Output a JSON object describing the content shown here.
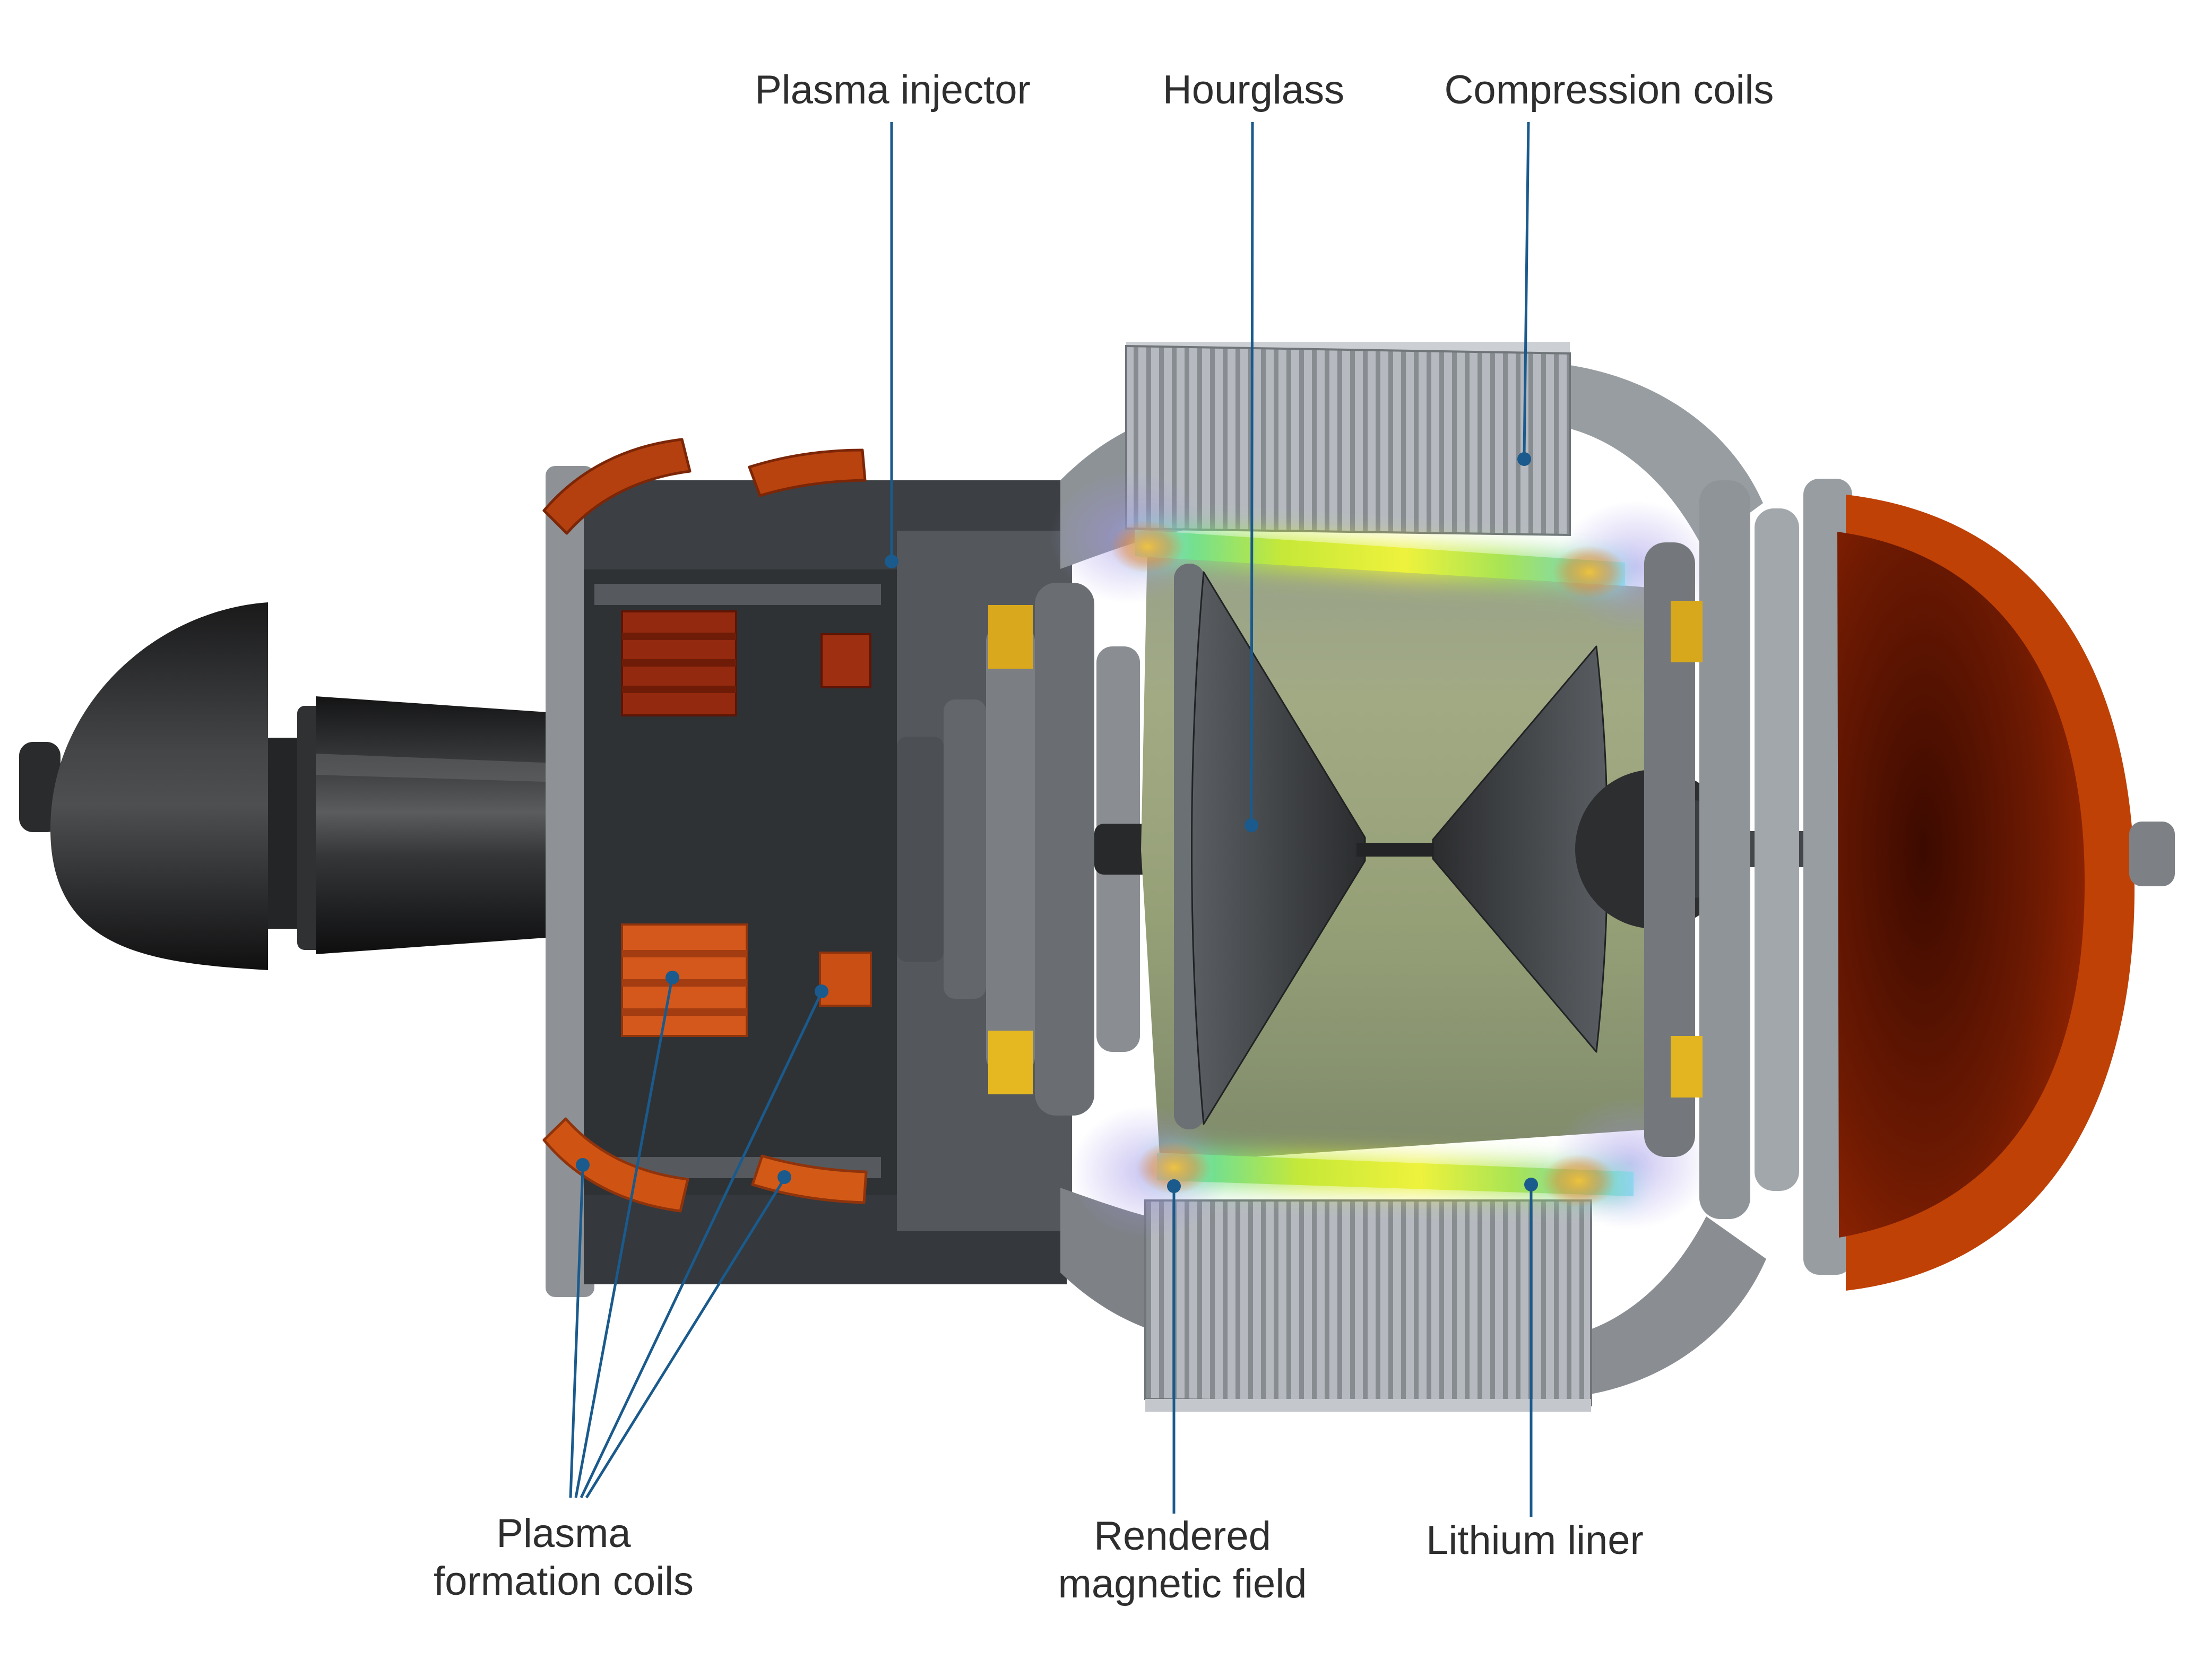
{
  "figure": {
    "type": "cutaway-diagram",
    "subject": "fusion-device-cross-section",
    "labels": {
      "plasma_injector": "Plasma injector",
      "hourglass": "Hourglass",
      "compression_coils": "Compression coils",
      "plasma_formation_coils_line1": "Plasma",
      "plasma_formation_coils_line2": "formation coils",
      "rendered_magnetic_field_line1": "Rendered",
      "rendered_magnetic_field_line2": "magnetic field",
      "lithium_liner": "Lithium liner"
    },
    "colors": {
      "background": "#ffffff",
      "label_text": "#2e2e2e",
      "leader_line": "#1a5a8c",
      "coil_orange": "#d4581c",
      "coil_dark_red": "#93290e",
      "dome_red": "#a62a04",
      "dome_rim": "#bf4106",
      "liner_olive": "#96a077",
      "field_yellow_green": "#cfe83a",
      "field_cyan": "#7fd0f0",
      "glow_purple": "#9d92e6",
      "accent_yellow": "#d9a81c",
      "metal_light": "#a2a7ab",
      "metal_mid": "#6a6e72",
      "metal_dark": "#2f3235"
    }
  }
}
